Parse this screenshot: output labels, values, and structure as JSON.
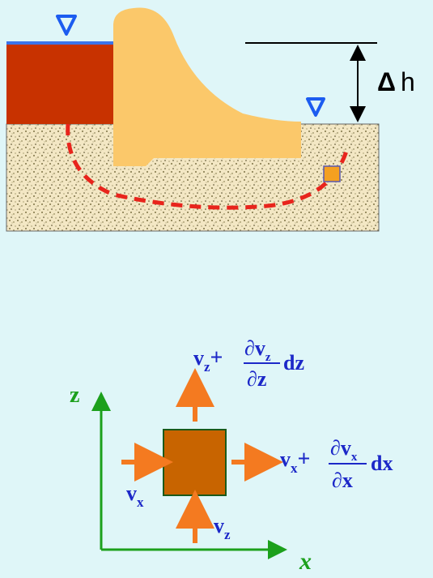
{
  "colors": {
    "background": "#dff6f8",
    "water": "#c83200",
    "water_surface": "#3a74ea",
    "dam": "#fbc86a",
    "soil": "#f3e7c4",
    "seepage_path": "#e8241c",
    "element": "#c86400",
    "element_small": "#f4a020",
    "arrow": "#f47a20",
    "axis": "#1ca01c",
    "formula": "#1c28c8",
    "marker": "#1c5cf0"
  },
  "icons": {
    "water_level_marker": "downward-triangle"
  },
  "labels": {
    "head_symbol": "Δ",
    "head_var": "h",
    "axis_z": "z",
    "axis_x": "x",
    "vx_base": "v",
    "vx_sub": "x",
    "vz_base": "v",
    "vz_sub": "z",
    "partial": "∂",
    "plus": "+",
    "top_num_base": "v",
    "top_num_sub": "z",
    "top_den": "z",
    "top_diff": "dz",
    "right_num_base": "v",
    "right_num_sub": "x",
    "right_den": "x",
    "right_diff": "dx"
  }
}
